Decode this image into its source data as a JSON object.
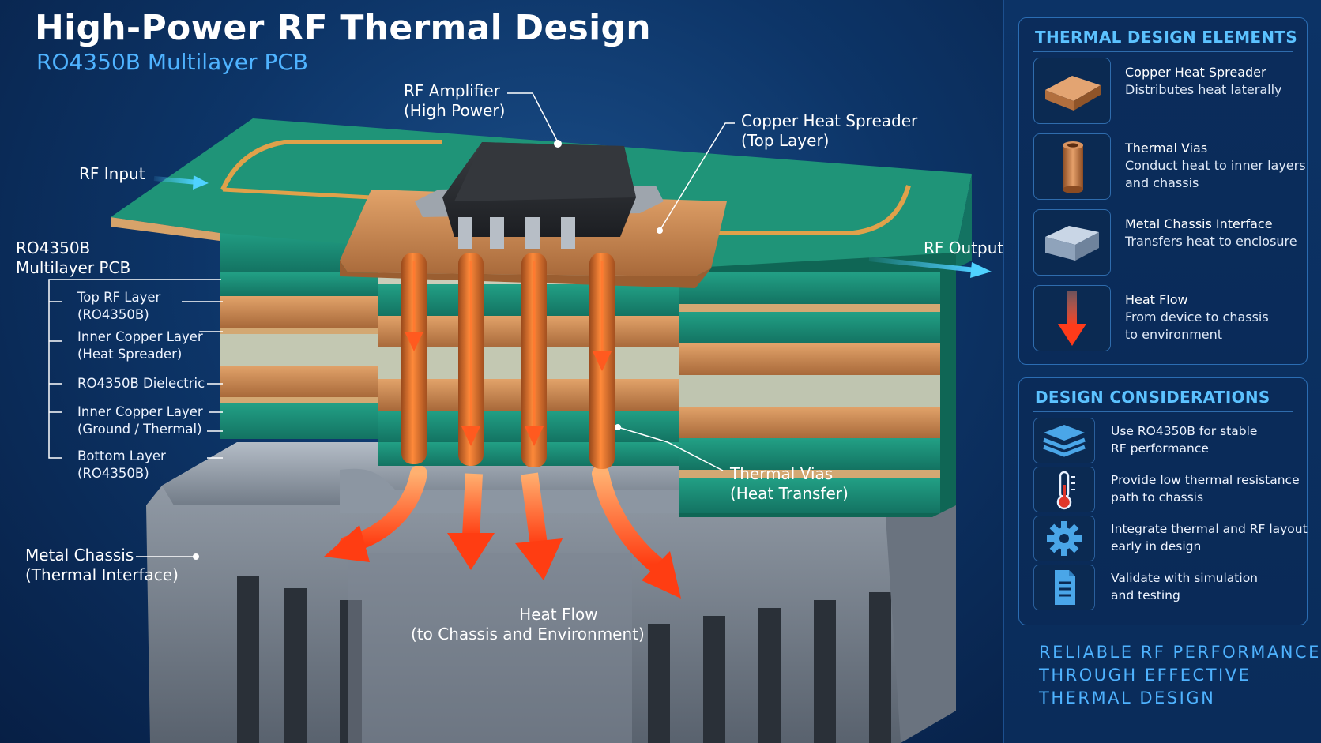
{
  "header": {
    "title": "High-Power RF Thermal Design",
    "subtitle": "RO4350B Multilayer PCB"
  },
  "callouts": {
    "rf_amplifier": [
      "RF Amplifier",
      "(High Power)"
    ],
    "copper_spreader": [
      "Copper Heat Spreader",
      "(Top Layer)"
    ],
    "rf_input": "RF Input",
    "rf_output": "RF Output",
    "pcb": [
      "RO4350B",
      "Multilayer PCB"
    ],
    "thermal_vias": [
      "Thermal Vias",
      "(Heat Transfer)"
    ],
    "metal_chassis": [
      "Metal Chassis",
      "(Thermal Interface)"
    ],
    "heat_flow": [
      "Heat Flow",
      "(to Chassis and Environment)"
    ]
  },
  "stack_layers": [
    [
      "Top RF Layer",
      "(RO4350B)"
    ],
    [
      "Inner Copper Layer",
      "(Heat Spreader)"
    ],
    [
      "RO4350B Dielectric"
    ],
    [
      "Inner Copper Layer",
      "(Ground / Thermal)"
    ],
    [
      "Bottom Layer",
      "(RO4350B)"
    ]
  ],
  "elements_panel": {
    "title": "THERMAL DESIGN ELEMENTS",
    "items": [
      {
        "icon": "copper-plate-icon",
        "title": "Copper Heat Spreader",
        "desc": [
          "Distributes heat laterally"
        ]
      },
      {
        "icon": "via-cylinder-icon",
        "title": "Thermal Vias",
        "desc": [
          "Conduct heat to inner layers",
          "and chassis"
        ]
      },
      {
        "icon": "metal-block-icon",
        "title": "Metal Chassis Interface",
        "desc": [
          "Transfers heat to enclosure"
        ]
      },
      {
        "icon": "down-arrow-icon",
        "title": "Heat Flow",
        "desc": [
          "From device to chassis",
          "to environment"
        ]
      }
    ]
  },
  "considerations_panel": {
    "title": "DESIGN CONSIDERATIONS",
    "items": [
      {
        "icon": "layers-icon",
        "text": [
          "Use RO4350B for stable",
          "RF performance"
        ]
      },
      {
        "icon": "thermometer-icon",
        "text": [
          "Provide low thermal resistance",
          "path to chassis"
        ]
      },
      {
        "icon": "gear-icon",
        "text": [
          "Integrate thermal and RF layout",
          "early in design"
        ]
      },
      {
        "icon": "document-icon",
        "text": [
          "Validate with simulation",
          "and testing"
        ]
      }
    ]
  },
  "tagline": [
    "RELIABLE RF PERFORMANCE",
    "THROUGH EFFECTIVE",
    "THERMAL DESIGN"
  ],
  "colors": {
    "background": "#0d3568",
    "accent": "#4fb3ff",
    "pcb_green": "#1d8a72",
    "copper": "#c98a52",
    "heat": "#ff5a1f"
  }
}
